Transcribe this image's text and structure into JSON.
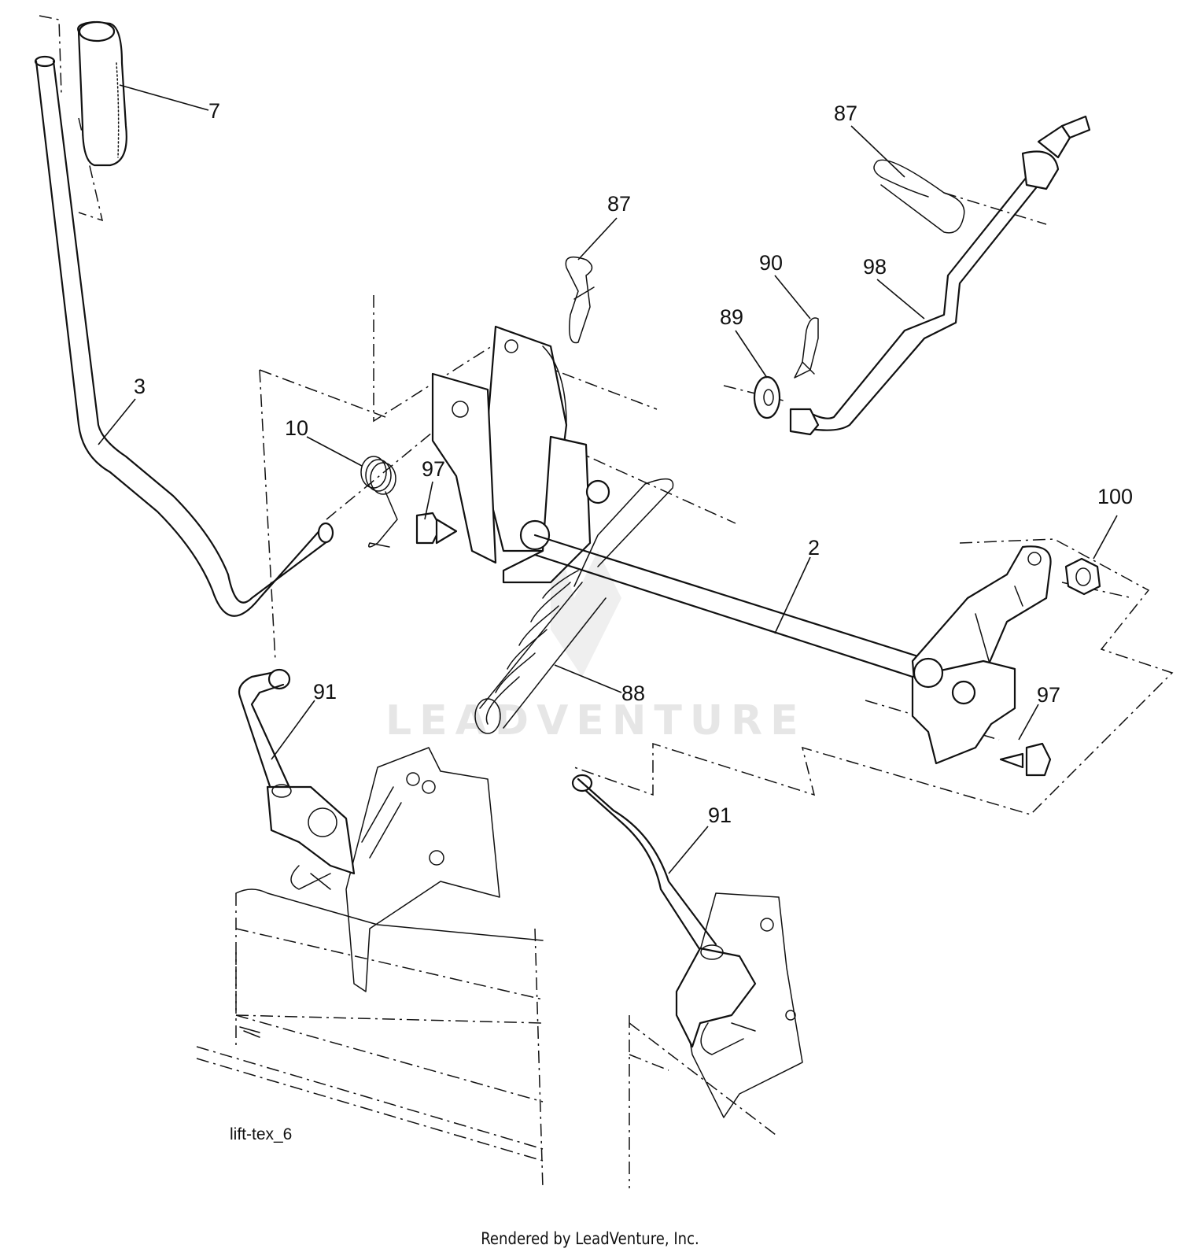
{
  "diagram": {
    "code": "lift-tex_6",
    "footer": "Rendered by LeadVenture, Inc.",
    "watermark": "LEADVENTURE",
    "callouts": [
      "7",
      "87",
      "87",
      "90",
      "98",
      "89",
      "3",
      "10",
      "97",
      "100",
      "2",
      "91",
      "88",
      "97",
      "91"
    ]
  }
}
